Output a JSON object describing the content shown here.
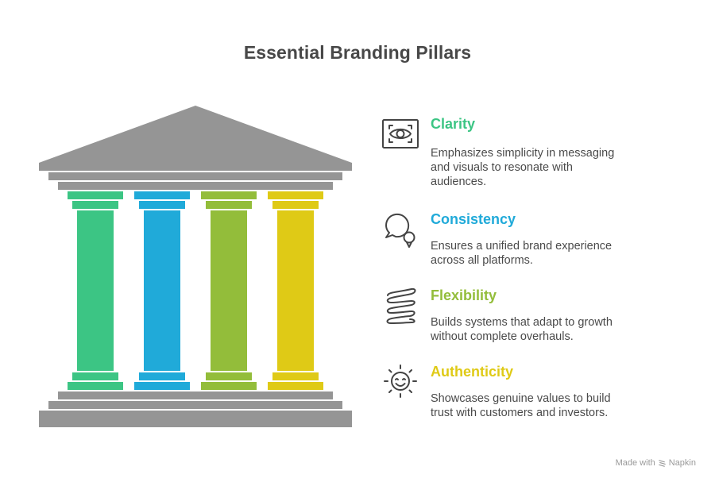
{
  "title": "Essential Branding Pillars",
  "colors": {
    "stone": "#959595",
    "title_text": "#484848",
    "body_text": "#4a4a4a",
    "icon_stroke": "#444444"
  },
  "pillars": [
    {
      "name": "Clarity",
      "color": "#3cc584"
    },
    {
      "name": "Consistency",
      "color": "#20aad9"
    },
    {
      "name": "Flexibility",
      "color": "#93bd3a"
    },
    {
      "name": "Authenticity",
      "color": "#dfca16"
    }
  ],
  "items": [
    {
      "icon": "eye-icon",
      "heading": "Clarity",
      "color": "#3cc584",
      "description": "Emphasizes simplicity in messaging and visuals to resonate with audiences."
    },
    {
      "icon": "chat-bubbles-icon",
      "heading": "Consistency",
      "color": "#20aad9",
      "description": "Ensures a unified brand experience across all platforms."
    },
    {
      "icon": "spring-icon",
      "heading": "Flexibility",
      "color": "#93bd3a",
      "description": "Builds systems that adapt to growth without complete overhauls."
    },
    {
      "icon": "smiling-sun-icon",
      "heading": "Authenticity",
      "color": "#dfca16",
      "description": "Showcases genuine values to build trust with customers and investors."
    }
  ],
  "footer": {
    "made_with": "Made with",
    "brand": "Napkin"
  }
}
